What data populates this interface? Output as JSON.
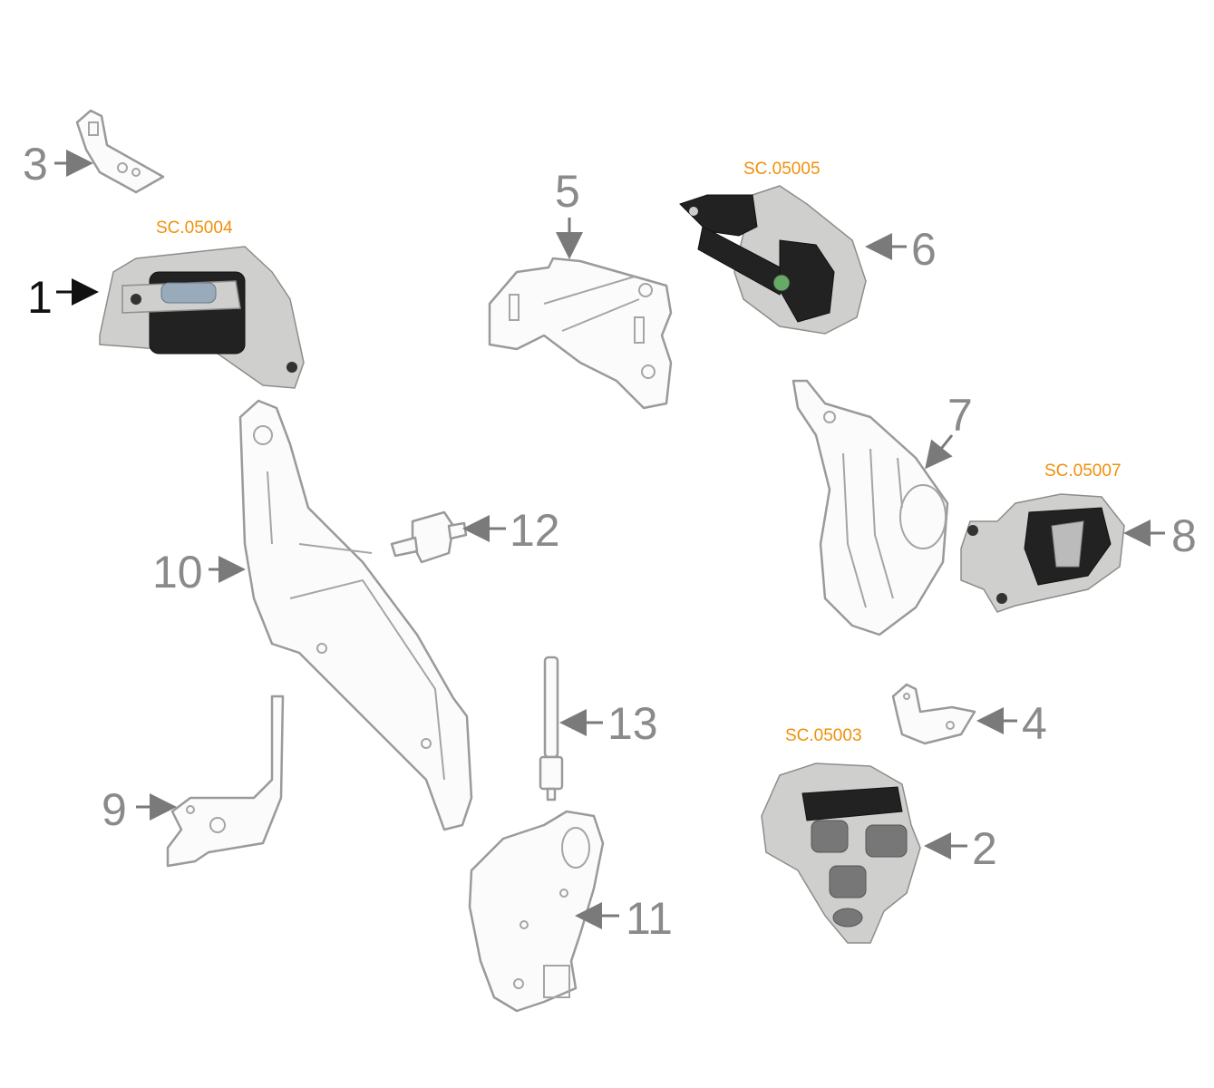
{
  "skus": {
    "part1": "SC.05004",
    "part6": "SC.05005",
    "part8": "SC.05007",
    "part2": "SC.05003"
  },
  "callouts": {
    "n1": "1",
    "n2": "2",
    "n3": "3",
    "n4": "4",
    "n5": "5",
    "n6": "6",
    "n7": "7",
    "n8": "8",
    "n9": "9",
    "n10": "10",
    "n11": "11",
    "n12": "12",
    "n13": "13"
  },
  "colors": {
    "sku_label": "#f0900a",
    "callout": "#8a8a8a"
  }
}
